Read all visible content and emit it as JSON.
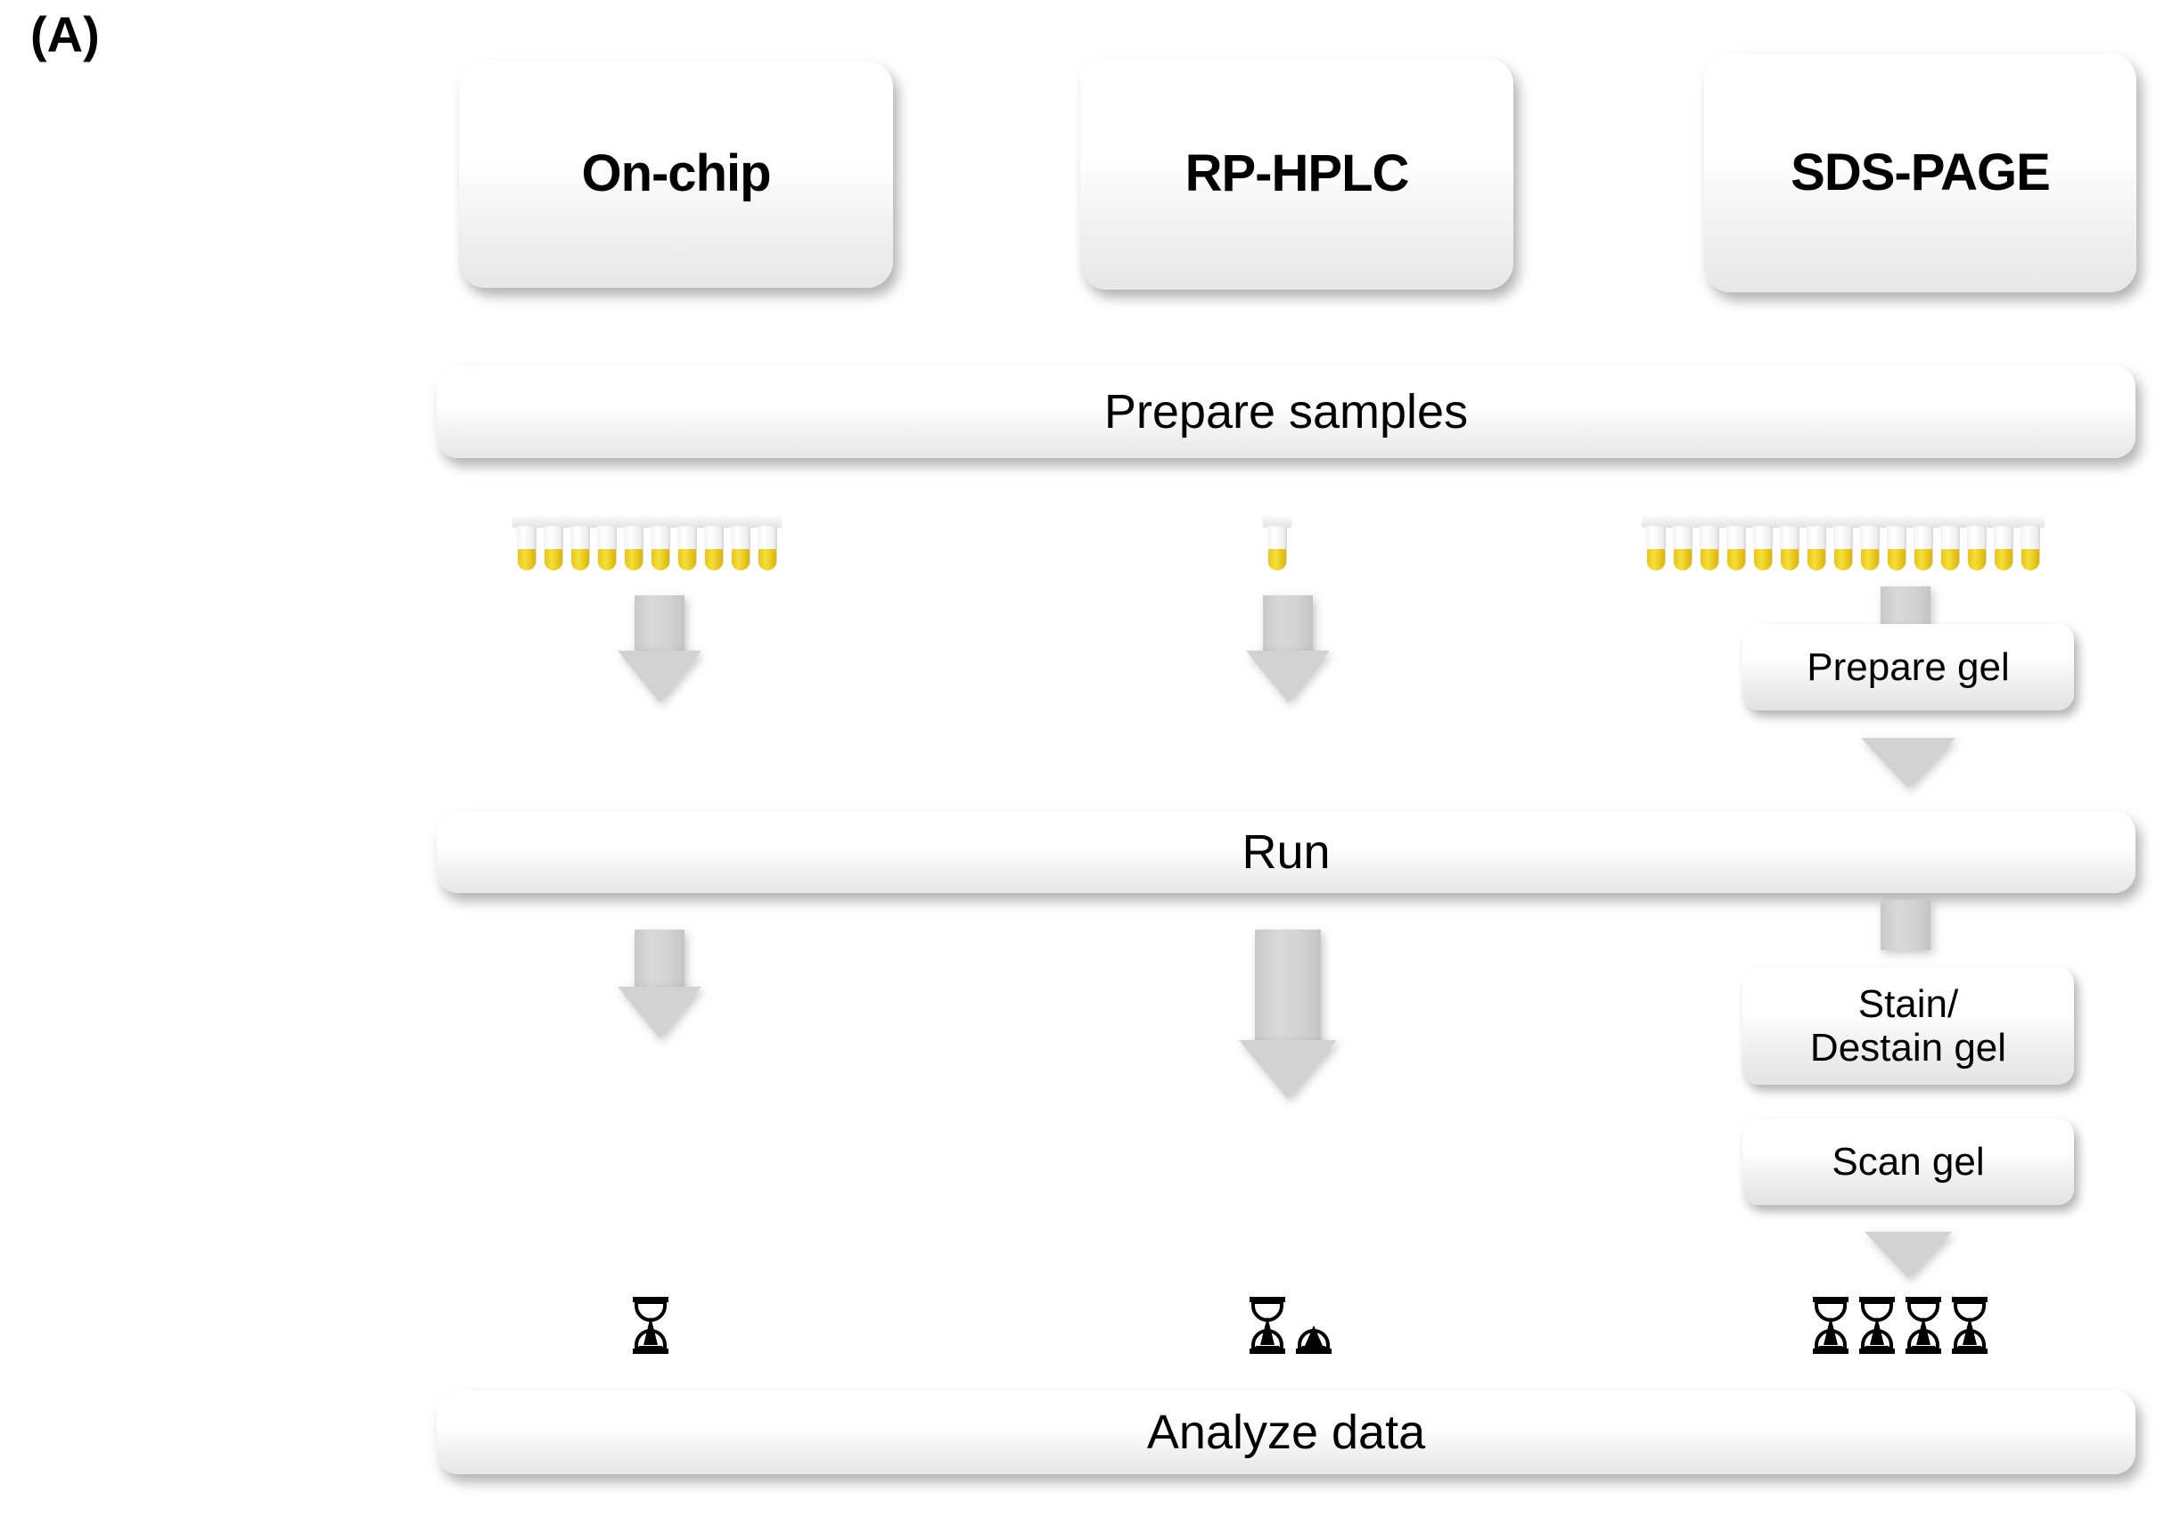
{
  "figure": {
    "panel_label": "(A)",
    "type": "workflow-diagram",
    "background_color": "#ffffff",
    "box_fill_color": "#f2f2f2",
    "arrow_color": "#d2d2d2",
    "tube_liquid_color": "#f0d320",
    "hourglass_color": "#000000"
  },
  "columns": [
    {
      "id": "on-chip",
      "title": "On-chip"
    },
    {
      "id": "rp-hplc",
      "title": "RP-HPLC"
    },
    {
      "id": "sds-page",
      "title": "SDS-PAGE"
    }
  ],
  "shared_steps": {
    "prepare_samples": "Prepare samples",
    "run": "Run",
    "analyze_data": "Analyze data"
  },
  "sds_page_steps": {
    "prepare_gel": "Prepare  gel",
    "stain_destain_gel": "Stain/\nDestain  gel",
    "scan_gel": "Scan  gel"
  },
  "sample_tubes": {
    "on_chip_count": 10,
    "rp_hplc_count": 1,
    "sds_page_count": 15
  },
  "time_indicators": {
    "on_chip_hourglasses": 1,
    "on_chip_half_hourglasses": 0,
    "rp_hplc_hourglasses": 1,
    "rp_hplc_half_hourglasses": 1,
    "sds_page_hourglasses": 4,
    "sds_page_half_hourglasses": 0
  }
}
